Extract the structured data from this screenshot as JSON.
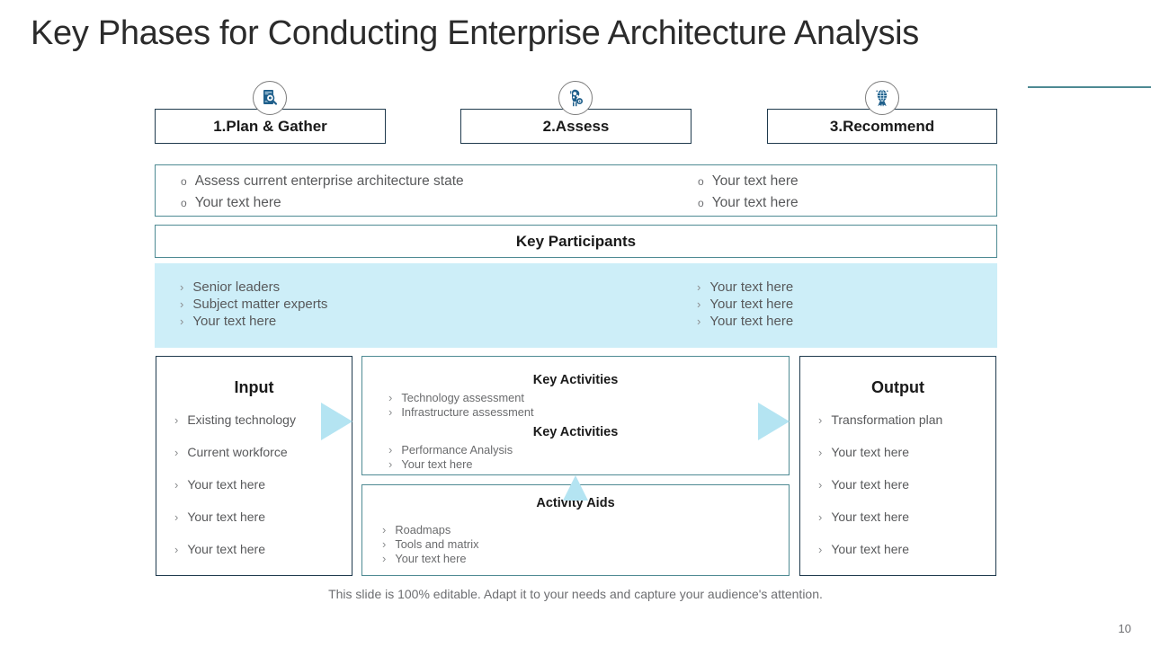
{
  "slide": {
    "title": "Key Phases for Conducting Enterprise Architecture Analysis",
    "page_number": "10",
    "footer_note": "This slide is 100% editable. Adapt it to your needs and capture your audience's attention.",
    "accent_color": "#4e8a93",
    "icon_color": "#1f5f8b",
    "band_color": "#cdeef8",
    "arrow_color": "#b4e4f2",
    "box_border_color": "#1f3a4d"
  },
  "phases": [
    {
      "label": "1.Plan & Gather",
      "icon": "document-magnifier-icon"
    },
    {
      "label": "2.Assess",
      "icon": "gears-head-icon"
    },
    {
      "label": "3.Recommend",
      "icon": "award-badge-icon"
    }
  ],
  "bullets_band": {
    "left": [
      "Assess current enterprise architecture state",
      "Your text here"
    ],
    "right": [
      "Your  text here",
      "Your text here"
    ],
    "marker": "o"
  },
  "key_participants": {
    "title": "Key Participants",
    "left": [
      "Senior leaders",
      "Subject matter experts",
      "Your text here"
    ],
    "right": [
      "Your  text here",
      "Your  text here",
      "Your  text here"
    ],
    "marker": "›"
  },
  "input": {
    "title": "Input",
    "items": [
      "Existing technology",
      "Current workforce",
      "Your text here",
      "Your text here",
      "Your text here"
    ]
  },
  "activities": {
    "title_1": "Key Activities",
    "items_1": [
      "Technology  assessment",
      "Infrastructure  assessment"
    ],
    "title_2": "Key Activities",
    "items_2": [
      "Performance  Analysis",
      "Your text here"
    ]
  },
  "activity_aids": {
    "title": "Activity Aids",
    "items": [
      "Roadmaps",
      "Tools  and  matrix",
      "Your text here"
    ]
  },
  "output": {
    "title": "Output",
    "items": [
      "Transformation plan",
      "Your text here",
      "Your text here",
      "Your text here",
      "Your text here"
    ]
  }
}
